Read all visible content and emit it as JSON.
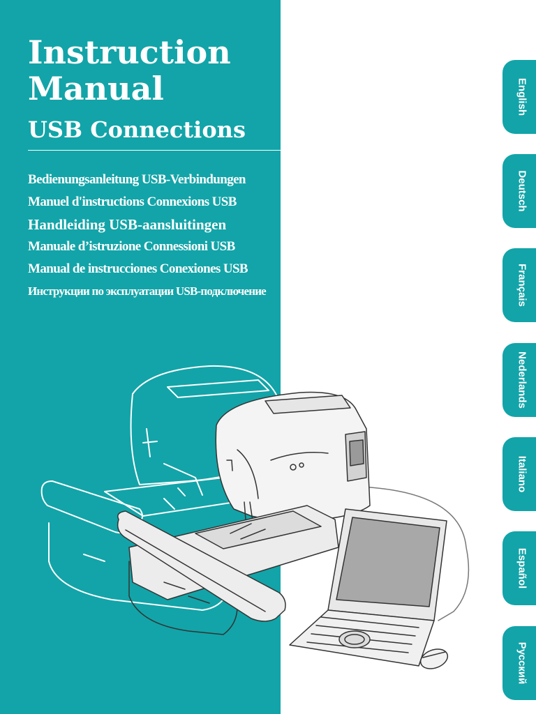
{
  "cover": {
    "title_line1": "Instruction",
    "title_line2": "Manual",
    "subtitle": "USB Connections",
    "translations": [
      "Bedienungsanleitung USB-Verbindungen",
      "Manuel d'instructions Connexions USB",
      "Handleiding USB-aansluitingen",
      "Manuale d’istruzione Connessioni USB",
      "Manual de instrucciones Conexiones USB",
      "Инструкции по эксплуатации USB-подключение"
    ]
  },
  "language_tabs": [
    "English",
    "Deutsch",
    "Français",
    "Nederlands",
    "Italiano",
    "Español",
    "Русский"
  ],
  "colors": {
    "accent": "#12a4a8",
    "text_on_accent": "#ffffff",
    "background": "#ffffff"
  },
  "illustration": {
    "subject": "embroidery sewing machines connected by USB cable to a laptop with mouse"
  }
}
